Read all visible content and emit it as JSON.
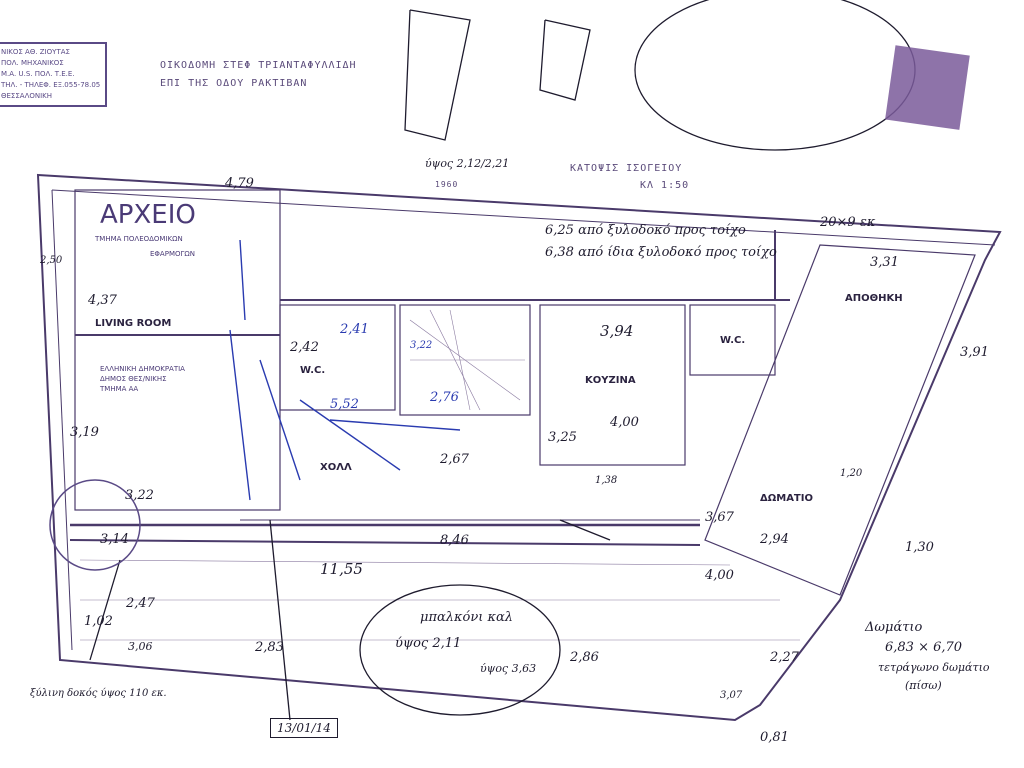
{
  "title": {
    "line1": "ΟΙΚΟΔΟΜΗ ΣΤΕΦ ΤΡΙΑΝΤΑΦΥΛΛΙΔΗ",
    "line2": "ΕΠΙ ΤΗΣ ΟΔΟΥ ΡΑΚΤΙΒΑΝ"
  },
  "plan_title": {
    "name": "ΚΑΤΟΨΙΣ ΙΣΟΓΕΙΟΥ",
    "scale": "ΚΛ 1:50",
    "width_dim": "1960"
  },
  "engineer_stamp": {
    "name": "ΝΙΚΟΣ ΑΘ. ΖΙΟΥΤΑΣ",
    "role": "ΠΟΛ. ΜΗΧΑΝΙΚΟΣ",
    "line3": "Μ.Α. U.S. ΠΟΛ. Τ.Ε.Ε.",
    "line4": "ΤΗΛ. - ΤΗΛΕΦ. ΕΞ.055-78.05",
    "city": "ΘΕΣΣΑΛΟΝΙΚΗ"
  },
  "archive_stamp": {
    "word": "ΑΡΧΕΙΟ",
    "sub1": "ΤΜΗΜΑ ΠΟΛΕΟΔΟΜΙΚΩΝ",
    "sub2": "ΕΦΑΡΜΟΓΩΝ"
  },
  "municipal_stamp": {
    "line1": "ΕΛΛΗΝΙΚΗ ΔΗΜΟΚΡΑΤΙΑ",
    "line2": "ΔΗΜΟΣ ΘΕΣ/ΝΙΚΗΣ",
    "line3": "ΤΜΗΜΑ ΑΑ"
  },
  "rooms": {
    "living": "LIVING ROOM",
    "wc1": "W.C.",
    "wc2": "W.C.",
    "kitchen": "ΚΟΥΖΙΝΑ",
    "storage": "ΑΠΟΘΗΚΗ",
    "bedroom": "ΔΩΜΑΤΙΟ",
    "hall": "ΧΟΛΛ"
  },
  "notes": {
    "n1": "6,25 από ξυλοδοκό προς τοίχο",
    "n2": "6,38 από ίδια ξυλοδοκό προς τοίχο",
    "n3": "Δωμάτιο",
    "n4": "6,83 × 6,70",
    "n5": "τετράγωνο δωμάτιο",
    "n6": "(πίσω)",
    "n7": "μπαλκόνι καλ",
    "n8": "ύψος 2,11",
    "n9": "ύψος 3,63",
    "n10": "ξύλινη δοκός ύψος 110 εκ.",
    "n11": "ύψος 2,12/2,21",
    "date": "13/01/14"
  },
  "dims": [
    "4,79",
    "4,37",
    "2,50",
    "3,19",
    "3,22",
    "3,14",
    "2,41",
    "2,42",
    "5,52",
    "2,76",
    "3,22",
    "2,67",
    "3,94",
    "4,00",
    "3,25",
    "8,46",
    "11,55",
    "2,86",
    "2,83",
    "1,02",
    "2,47",
    "3,06",
    "4,00",
    "2,94",
    "3,67",
    "3,91",
    "3,31",
    "2,27",
    "3,07",
    "0,81",
    "1,30",
    "1,20",
    "1,38",
    "20×9 εκ"
  ],
  "colors": {
    "ink": "#1e1b2e",
    "plan": "#4a3a6a",
    "blue_pen": "#2a3bb0",
    "stamp": "#5a4a86"
  }
}
